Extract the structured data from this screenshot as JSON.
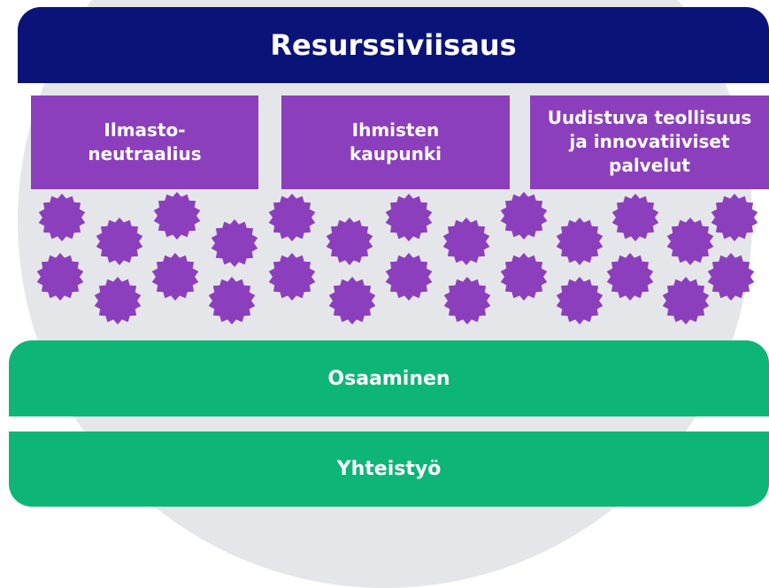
{
  "title": "Resurssiviisaus",
  "pillars": [
    {
      "label": "Ilmasto-\nneutraalius"
    },
    {
      "label": "Ihmisten\nkaupunki"
    },
    {
      "label": "Uudistuva teollisuus\nja innovatiiviset\npalvelut"
    }
  ],
  "foundations": {
    "osaaminen": "Osaaminen",
    "yhteistyo": "Yhteistyö"
  },
  "colors": {
    "navy": "#0a1478",
    "purple": "#8c3fbd",
    "green": "#0db677",
    "background_circle": "#e5e6ea"
  },
  "icons": {
    "gear": "gear-icon"
  }
}
